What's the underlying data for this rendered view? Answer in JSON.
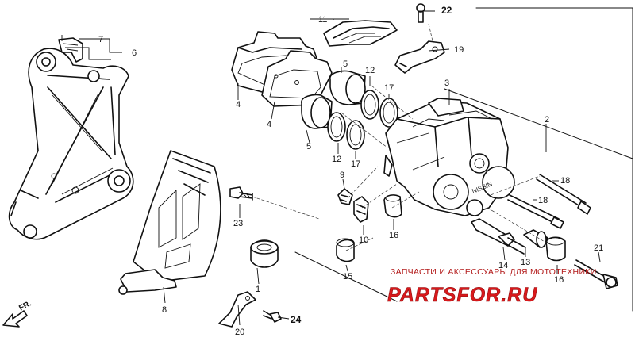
{
  "diagram": {
    "part_labels": {
      "p1": "1",
      "p2": "2",
      "p3": "3",
      "p4a": "4",
      "p4b": "4",
      "p5a": "5",
      "p5b": "5",
      "p6": "6",
      "p7": "7",
      "p8": "8",
      "p9": "9",
      "p10": "10",
      "p11": "11",
      "p12a": "12",
      "p12b": "12",
      "p13": "13",
      "p14": "14",
      "p15": "15",
      "p16a": "16",
      "p16b": "16",
      "p17a": "17",
      "p17b": "17",
      "p18a": "18",
      "p18b": "18",
      "p19": "19",
      "p20": "20",
      "p21": "21",
      "p22": "22",
      "p23": "23",
      "p24": "24"
    },
    "direction_label": "FR.",
    "caliper_marking": "NISSIN"
  },
  "watermark": {
    "caption": "ЗАПЧАСТИ И АКСЕССУАРЫ ДЛЯ МОТОТЕХНИКИ",
    "logo_text": "PARTSFOR.RU",
    "brand_color": "#d9191c"
  }
}
